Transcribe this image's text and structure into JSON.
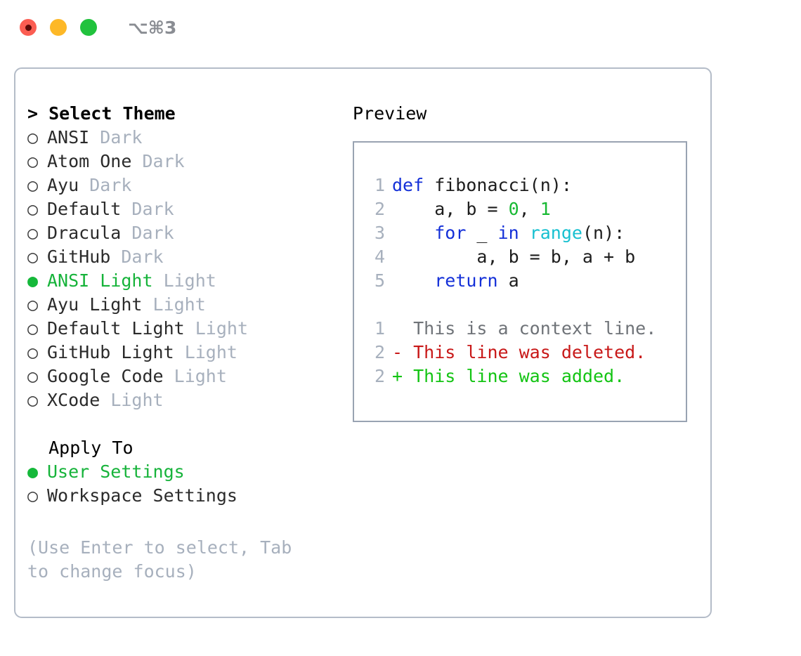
{
  "window": {
    "title": "⌥⌘3",
    "traffic_lights": [
      {
        "name": "close-button",
        "color": "#fb5d52",
        "recording": true
      },
      {
        "name": "minimize-button",
        "color": "#fdb827",
        "recording": false
      },
      {
        "name": "maximize-button",
        "color": "#21c23d",
        "recording": false
      }
    ]
  },
  "theme_section": {
    "header": "> Select Theme",
    "focused": true,
    "items": [
      {
        "marker": "○",
        "label": "ANSI",
        "variant": "Dark",
        "selected": false
      },
      {
        "marker": "○",
        "label": "Atom One",
        "variant": "Dark",
        "selected": false
      },
      {
        "marker": "○",
        "label": "Ayu",
        "variant": "Dark",
        "selected": false
      },
      {
        "marker": "○",
        "label": "Default",
        "variant": "Dark",
        "selected": false
      },
      {
        "marker": "○",
        "label": "Dracula",
        "variant": "Dark",
        "selected": false
      },
      {
        "marker": "○",
        "label": "GitHub",
        "variant": "Dark",
        "selected": false
      },
      {
        "marker": "●",
        "label": "ANSI Light",
        "variant": "Light",
        "selected": true
      },
      {
        "marker": "○",
        "label": "Ayu Light",
        "variant": "Light",
        "selected": false
      },
      {
        "marker": "○",
        "label": "Default Light",
        "variant": "Light",
        "selected": false
      },
      {
        "marker": "○",
        "label": "GitHub Light",
        "variant": "Light",
        "selected": false
      },
      {
        "marker": "○",
        "label": "Google Code",
        "variant": "Light",
        "selected": false
      },
      {
        "marker": "○",
        "label": "XCode",
        "variant": "Light",
        "selected": false
      }
    ]
  },
  "apply_to_section": {
    "header": "  Apply To",
    "focused": false,
    "items": [
      {
        "marker": "●",
        "label": "User Settings",
        "selected": true
      },
      {
        "marker": "○",
        "label": "Workspace Settings",
        "selected": false
      }
    ]
  },
  "help": {
    "text": "(Use Enter to select, Tab to change focus)"
  },
  "preview": {
    "header": "Preview",
    "code": [
      {
        "ln": "1",
        "tokens": [
          {
            "t": "def",
            "c": "kw"
          },
          {
            "t": " fibonacci(n):",
            "c": "plain"
          }
        ]
      },
      {
        "ln": "2",
        "tokens": [
          {
            "t": "    a, b = ",
            "c": "plain"
          },
          {
            "t": "0",
            "c": "num"
          },
          {
            "t": ", ",
            "c": "plain"
          },
          {
            "t": "1",
            "c": "num"
          }
        ]
      },
      {
        "ln": "3",
        "tokens": [
          {
            "t": "    ",
            "c": "plain"
          },
          {
            "t": "for",
            "c": "kw"
          },
          {
            "t": " _ ",
            "c": "plain"
          },
          {
            "t": "in",
            "c": "kw"
          },
          {
            "t": " ",
            "c": "plain"
          },
          {
            "t": "range",
            "c": "fn"
          },
          {
            "t": "(n):",
            "c": "plain"
          }
        ]
      },
      {
        "ln": "4",
        "tokens": [
          {
            "t": "        a, b = b, a + b",
            "c": "plain"
          }
        ]
      },
      {
        "ln": "5",
        "tokens": [
          {
            "t": "    ",
            "c": "plain"
          },
          {
            "t": "return",
            "c": "kw"
          },
          {
            "t": " a",
            "c": "plain"
          }
        ]
      }
    ],
    "diff": [
      {
        "ln": "1",
        "sign": "  ",
        "text": "This is a context line.",
        "kind": "diff-ctx"
      },
      {
        "ln": "2",
        "sign": "- ",
        "text": "This line was deleted.",
        "kind": "diff-del"
      },
      {
        "ln": "2",
        "sign": "+ ",
        "text": "This line was added.",
        "kind": "diff-add"
      }
    ]
  },
  "colors": {
    "accent_green": "#16b33a",
    "muted": "#a7b0bd",
    "keyword_blue": "#1430d8",
    "function_cyan": "#17c0d0",
    "number_green": "#17b933",
    "diff_delete_red": "#c81818",
    "diff_add_green": "#13c413",
    "border": "#b4bcc8"
  }
}
